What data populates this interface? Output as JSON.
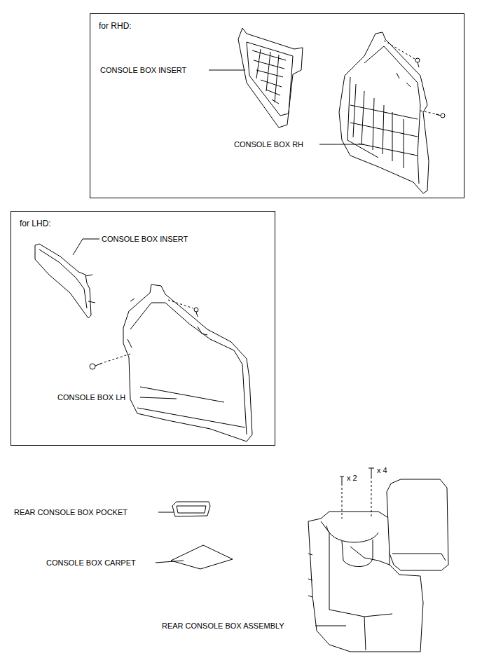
{
  "diagram": {
    "nodes": [
      {
        "text": [
          "for RHD:"
        ]
      },
      {
        "text": [
          "for LHD:"
        ]
      }
    ],
    "labels": [
      "CONSOLE BOX INSERT",
      "CONSOLE BOX RH",
      "CONSOLE BOX INSERT",
      "CONSOLE BOX LH",
      "x 2",
      "x 4",
      "REAR CONSOLE BOX POCKET",
      "CONSOLE BOX CARPET",
      "REAR CONSOLE BOX ASSEMBLY"
    ]
  }
}
